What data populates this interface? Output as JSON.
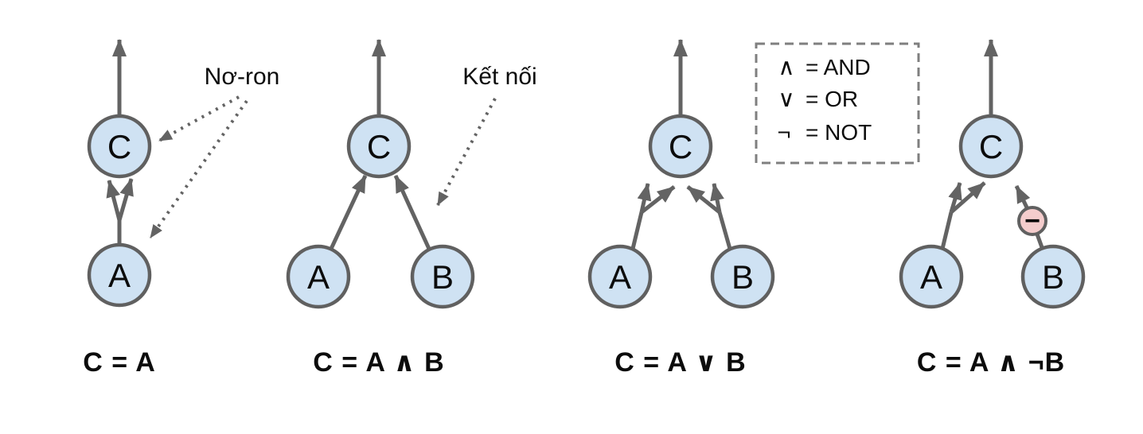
{
  "figure": {
    "annotations": {
      "neuron_label": "Nơ-ron",
      "connection_label": "Kết nối"
    },
    "legend": {
      "items": [
        {
          "symbol": "∧",
          "meaning": "= AND"
        },
        {
          "symbol": "∨",
          "meaning": "= OR"
        },
        {
          "symbol": "¬",
          "meaning": "= NOT"
        }
      ]
    },
    "diagrams": [
      {
        "name": "identity",
        "top_node": "C",
        "left_node": "A",
        "equation": "C = A"
      },
      {
        "name": "and",
        "top_node": "C",
        "left_node": "A",
        "right_node": "B",
        "equation": "C = A ∧ B"
      },
      {
        "name": "or",
        "top_node": "C",
        "left_node": "A",
        "right_node": "B",
        "equation": "C = A ∨ B"
      },
      {
        "name": "and-not",
        "top_node": "C",
        "left_node": "A",
        "right_node": "B",
        "equation": "C = A ∧ ¬B",
        "inhibit_symbol": "−"
      }
    ],
    "colors": {
      "node_fill": "#cfe2f3",
      "node_stroke": "#606060",
      "arrow": "#636363",
      "not_node_fill": "#f4cccc",
      "text": "#0c0c0c",
      "legend_border": "#7f7f7f",
      "background": "#ffffff"
    }
  }
}
